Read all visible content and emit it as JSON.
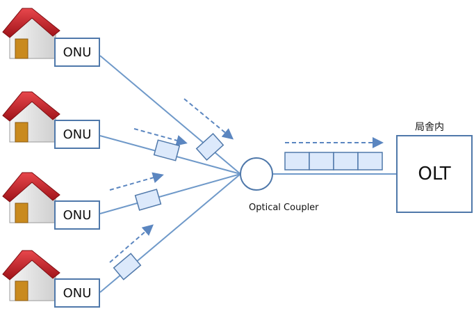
{
  "onus": [
    {
      "label": "ONU"
    },
    {
      "label": "ONU"
    },
    {
      "label": "ONU"
    },
    {
      "label": "ONU"
    }
  ],
  "coupler": {
    "label": "Optical Coupler"
  },
  "olt": {
    "label": "OLT",
    "location": "局舎内"
  },
  "icons": {
    "house": "house-icon",
    "packet": "packet-icon"
  },
  "colors": {
    "line": "#6f99c9",
    "box_border": "#4f78aa",
    "packet_fill": "#dce9fb",
    "arrow": "#5b86c0",
    "roof": "#c8232a"
  }
}
